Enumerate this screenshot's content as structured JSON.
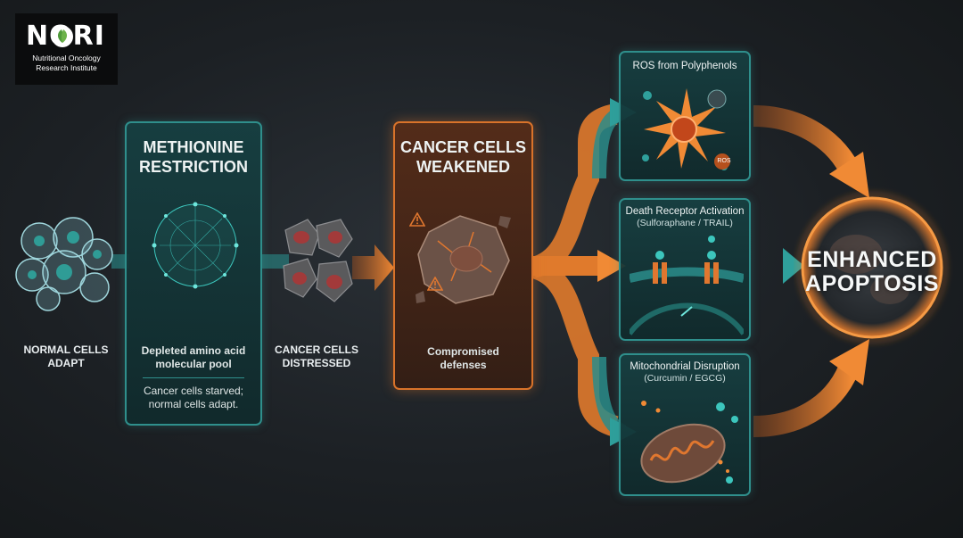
{
  "logo": {
    "name": "NORI",
    "line1": "Nutritional Oncology",
    "line2": "Research Institute"
  },
  "stage_normal": {
    "label_line1": "NORMAL CELLS",
    "label_line2": "ADAPT"
  },
  "stage_restriction": {
    "title_line1": "METHIONINE",
    "title_line2": "RESTRICTION",
    "caption_line1": "Depleted amino acid",
    "caption_line2": "molecular pool",
    "note_line1": "Cancer cells starved;",
    "note_line2": "normal cells adapt."
  },
  "stage_distressed": {
    "label_line1": "CANCER CELLS",
    "label_line2": "DISTRESSED"
  },
  "stage_weakened": {
    "title_line1": "CANCER CELLS",
    "title_line2": "WEAKENED",
    "caption_line1": "Compromised",
    "caption_line2": "defenses"
  },
  "mechanisms": [
    {
      "title": "ROS from Polyphenols",
      "subtitle": "",
      "badge": "ROS"
    },
    {
      "title": "Death Receptor Activation",
      "subtitle": "(Sulforaphane / TRAIL)"
    },
    {
      "title": "Mitochondrial Disruption",
      "subtitle": "(Curcumin / EGCG)"
    }
  ],
  "outcome": {
    "line1": "ENHANCED",
    "line2": "APOPTOSIS"
  },
  "colors": {
    "teal": "#2f8f8c",
    "orange": "#e07a2c",
    "background": "#1e2226"
  }
}
